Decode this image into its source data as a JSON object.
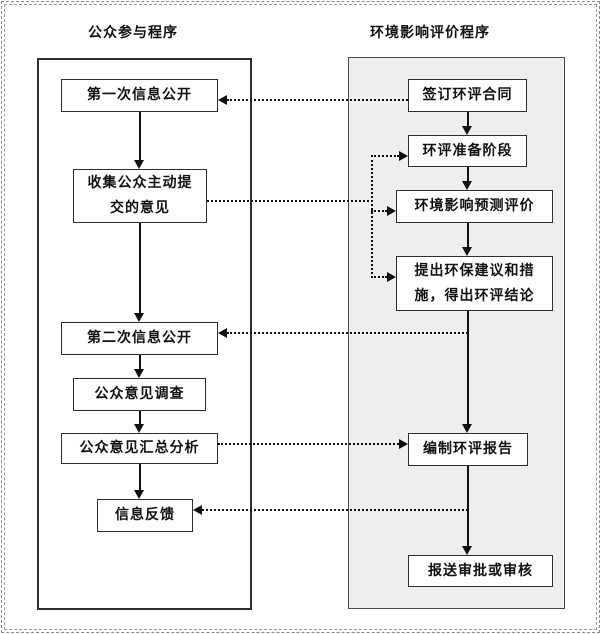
{
  "diagram": {
    "left_column": {
      "title": "公众参与程序",
      "boxes": [
        {
          "label": "第一次信息公开"
        },
        {
          "label": "收集公众主动提\n交的意见"
        },
        {
          "label": "第二次信息公开"
        },
        {
          "label": "公众意见调查"
        },
        {
          "label": "公众意见汇总分析"
        },
        {
          "label": "信息反馈"
        }
      ]
    },
    "right_column": {
      "title": "环境影响评价程序",
      "boxes": [
        {
          "label": "签订环评合同"
        },
        {
          "label": "环评准备阶段"
        },
        {
          "label": "环境影响预测评价"
        },
        {
          "label": "提出环保建议和措\n施，得出环评结论"
        },
        {
          "label": "编制环评报告"
        },
        {
          "label": "报送审批或审核"
        }
      ]
    },
    "colors": {
      "line": "#111111",
      "box_border": "#2e2e2e",
      "right_container_fill": "#eeeeee",
      "page_border": "#8a8a8a"
    }
  }
}
